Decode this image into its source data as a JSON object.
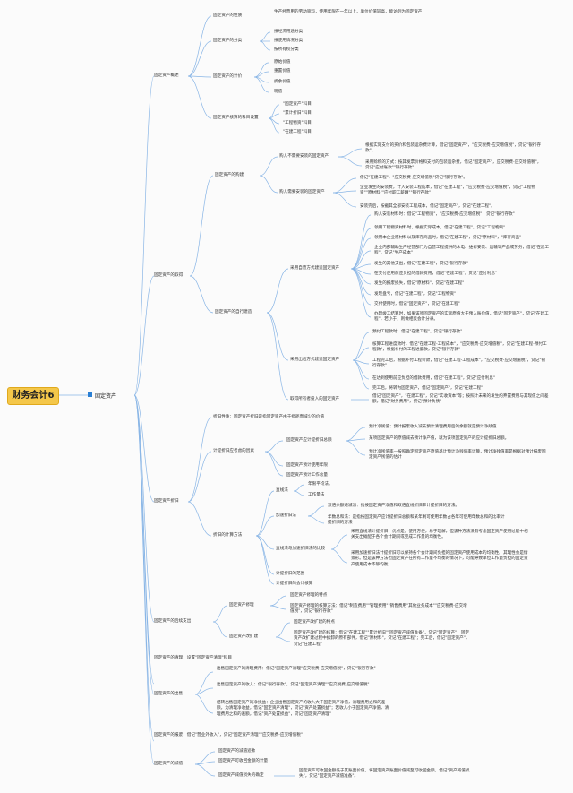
{
  "root": {
    "title": "财务会计6"
  },
  "main": {
    "label": "固定资产"
  },
  "sections": {
    "overview": {
      "label": "固定资产概述",
      "nature": {
        "label": "固定资产的性质",
        "text": "生产经营用的劳动资料，使用年限在一年以上，单位价值较高，能访列为固定资产"
      },
      "classification": {
        "label": "固定资产的分类",
        "items": [
          "按经济用途分类",
          "按使用情况分类",
          "按所有权分类"
        ]
      },
      "valuation": {
        "label": "固定资产的计价",
        "items": [
          "原始价值",
          "重置价值",
          "折余价值",
          "现值"
        ]
      },
      "accounts": {
        "label": "固定资产核算的科目设置",
        "items": [
          "\"固定资产\"科目",
          "\"累计折旧\"科目",
          "\"工程物资\"科目",
          "\"在建工程\"科目"
        ]
      }
    },
    "acquisition": {
      "label": "固定资产的取得",
      "purchase": {
        "label": "固定资产的购建",
        "no_install": {
          "label": "购入不需要安装的固定资产",
          "items": [
            "根据实际支付的买价和包装运杂费计算，借记\"固定资产\"，\"应交税费-应交增值税\"，贷记\"银行存款\"。",
            "采用赊购的方式：按其发票价格和支付的包装运杂费，借记\"固定资产\"，应交税费-应交增值税\"，贷记\"应付账款\"\"银行存款\""
          ]
        },
        "install": {
          "label": "购入需要安装的固定资产",
          "items": [
            "借记\"在建工程\"，\"应交税费-应交增值税\"贷记\"银行存款\"。",
            "企业发生的安装费，计入安装工程成本，借记\"在建工程\"，\"应交税费-应交增值税\"，贷记\"工程物资\"\"原材料\"\"应付职工薪酬\"\"银行存款\"",
            "安装完后，按截其全部安装工程成本，借记\"固定资产\"，贷记\"在建工程\"。"
          ]
        }
      },
      "self_built": {
        "label": "固定资产的自行建造",
        "self_method": {
          "label": "采用自营方式建造固定资产",
          "items": [
            "购入安装材料时：借记\"工程物资\"，\"应交税费-应交增值税\"，贷记\"银行存款\"",
            "领用工程物资材料时，根据实际成本，借记\"在建工程\"，贷记\"工程物资\"",
            "领用本企业原材料以及库存商品时，借记\"在建工程\"，贷记\"原材料\"，\"库存商品\"",
            "企业内部辅助生产经营部门为自营工程提供的水电、维修安装、运输等产品或劳务，借记\"在建工程\"，贷记\"生产成本\"",
            "发生的其他支出，借记\"在建工程\"，贷记\"银行存款\"",
            "在交付使用前应负担的借款费用，借记\"在建工程\"，贷记\"应付利息\"",
            "发生的报废损失，借记\"原材料\"，贷记\"在建工程\"",
            "发现盘亏，借记\"在建工程\"，贷记\"工程物资\"",
            "交付使用时，借记\"固定资产\"，贷记\"在建工程\"",
            "办理竣工结算时，如果该项固定资产的实际原值大于预入账价值，借记\"固定资产\"，贷记\"在建工程\"，若小于，则做相反会计分录。"
          ]
        },
        "outsource": {
          "label": "采用出包方式建造固定资产",
          "items": [
            "预付工程款时，借记\"在建工程\"，贷记\"银行存款\"",
            "核算工程进度款时，借记\"在建工程-工程成本\"，\"应交税费-应交增值税\"，贷记\"在建工程-预付工程款\"，根据补付的工程进度款，贷记\"银行存款\"",
            "工程完工后，根据补付工程价款，借记\"在建工程-工程成本\"，\"应交税费-应交增值税\"，贷记\"银行存款\"",
            "在达到使用前应负担的借款费用，借记\"在建工程\"，贷记\"应付利息\"",
            "完工后，将转为固定资产，借记\"固定资产\"，贷记\"在建工程\""
          ]
        },
        "donation": {
          "label": "取得所有者投入的固定资产",
          "text": "借记\"固定资产\"，\"在建工程\"，贷记\"实收资本\"等；按照计未来的发生的弃置费用与其现值之间差额，借记\"财务费用\"，贷记\"预计负债\""
        }
      }
    },
    "depreciation": {
      "label": "固定资产折旧",
      "nature": {
        "label": "折旧性质：固定资产折旧是指固定资产由于损耗而减少的价值"
      },
      "factors": {
        "label": "计提折旧应考虑的因素",
        "original": {
          "label": "固定资产应计提折旧总额",
          "items": [
            "预计净残值：预计报废收入减去预计清理费用后的余额就是预计净残值",
            "某项固定资产的原值减去预计净产值，就为该项固定资产的应计提折旧总额。",
            "预计净残值率—按照确定固定资产原值基计预计净残值率计算，预计净残值率是根据对预计报废固定资产残值的估计"
          ]
        },
        "life": {
          "label": "固定资产预计使用年限"
        },
        "work": {
          "label": "固定资产预计工作总量"
        }
      },
      "methods": {
        "label": "折旧的计算方法",
        "straight": {
          "label": "直线法",
          "items": [
            "年限平均法。",
            "工作量法"
          ]
        },
        "accelerated": {
          "label": "加速折旧法",
          "items": [
            "双倍余额递减法：指按固定资产净值和双倍直线折旧率计提折旧的方法。",
            "年数总和法：是指按固定资产应计提折旧总额和某年剩可使用年数占各年可使用年数总和的比率计提折旧的方法"
          ]
        },
        "compare": {
          "label": "直线法与加速折旧法的比较",
          "items": [
            "采用直线法计提折旧：优点是，使用方便，易于理解，但该种方法没有考虑固定资产使用过程中相关支出摊配于各个会计期间或完成工作量的均衡性。",
            "采用加速折旧法计提折旧可以保持各个会计期间负担的固定资产使用成本的均衡性。其理性会是情景形。但是该种方法也固定资产在所有工作量不均衡的情况下，可能导致单位工作量负担的固定资产使用成本不够均衡。"
          ]
        },
        "scope": {
          "label": "计提折旧的范围"
        },
        "entry": {
          "label": "计提折旧的会计核算"
        }
      }
    },
    "subsequent": {
      "label": "固定资产的后续支出",
      "repair": {
        "label": "固定资产修理",
        "items": [
          "固定资产修理的特点",
          "固定资产修理的核算方法：借记\"制造费用\"\"管理费用\"\"销售费用\"其他业务成本\"\"应交税费-应交增值税\"，贷记\"银行存款\""
        ]
      },
      "improve": {
        "label": "固定资产改扩建",
        "items": [
          "固定资产改扩建的特点",
          "固定资产改扩建的核算：借记\"在建工程\"\"累计折旧\"\"固定资产减值准备\"，贷记\"固定资产\"；固定资产改扩建过程中拆卸的原有部件，借记\"原材料\"，贷记\"在建工程\"；完工后，借记\"固定资产\"，贷记\"在建工程\""
        ]
      }
    },
    "clearance": {
      "label": "固定资产的清理：设置\"固定资产清理\"科目"
    },
    "sale": {
      "label": "固定资产的出售",
      "items": [
        "出售固定资产的清理费用：借记\"固定资产清理\"应交税费-应交增值税\"，贷记\"银行存款\"",
        "出售固定资产的收入：借记\"银行存款\"，贷记\"固定资产清理\"\"应交税费-应交增值税\"",
        "结转出售固定资产的净损益：企业出售固定资产的收入大于固定资产净值，清理费用之和的差额，为清理净收益，借记\"固定资产清理\"，贷记\"资产处置损益\"；若收入小于固定资产净值，清理费用之和的差额，借记\"资产处置损益\"，贷记\"固定资产清理\""
      ]
    },
    "scrap": {
      "label": "固定资产的报废：借记\"营业外收入\"，贷记\"固定资产清理\"\"应交税费-应交增值税\""
    },
    "impairment": {
      "label": "固定资产的减值",
      "items": [
        "固定资产的减值迹象",
        "固定资产可收回金额的计量"
      ],
      "recognition": {
        "label": "固定资产减值损失的确定",
        "text": "固定资产可收回金额低于其账面价值，将固定资产账面价值减至可收回金额，借记\"资产减值损失\"，贷记\"固定资产减值准备\"。"
      }
    }
  },
  "colors": {
    "line": "#8ab6e6",
    "root_bg": "#f4c74a",
    "node_box": "#2a7fd4",
    "text": "#333333"
  }
}
